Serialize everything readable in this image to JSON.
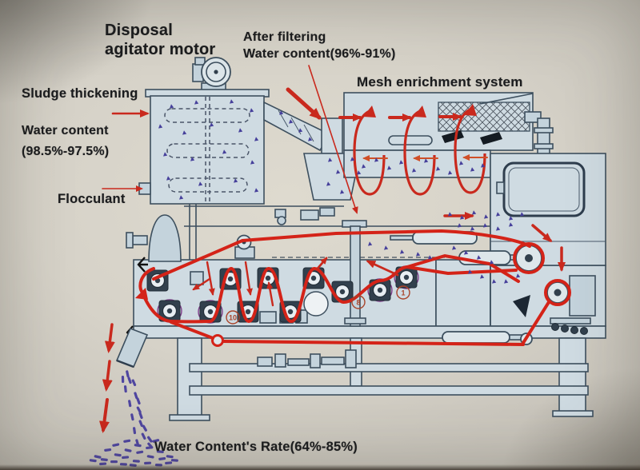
{
  "labels": {
    "disposal_motor_line1": "Disposal",
    "disposal_motor_line2": "agitator motor",
    "after_filtering_line1": "After filtering",
    "after_filtering_line2": "Water content(96%-91%)",
    "mesh_system": "Mesh enrichment system",
    "sludge_thickening": "Sludge thickening",
    "water_content_line1": "Water content",
    "water_content_line2": "(98.5%-97.5%)",
    "flocculant": "Flocculant",
    "water_rate": "Water Content's Rate(64%-85%)"
  },
  "callouts": {
    "c10": "10",
    "c8": "8",
    "c1": "1"
  },
  "colors": {
    "background": "#d6d2c8",
    "machine_fill": "#cfdbe2",
    "machine_line": "#3d4f5e",
    "belt_red": "#d42318",
    "arrow_red": "#c9291d",
    "sludge_purple": "#4a3f9f",
    "text_black": "#1b1c1e"
  }
}
